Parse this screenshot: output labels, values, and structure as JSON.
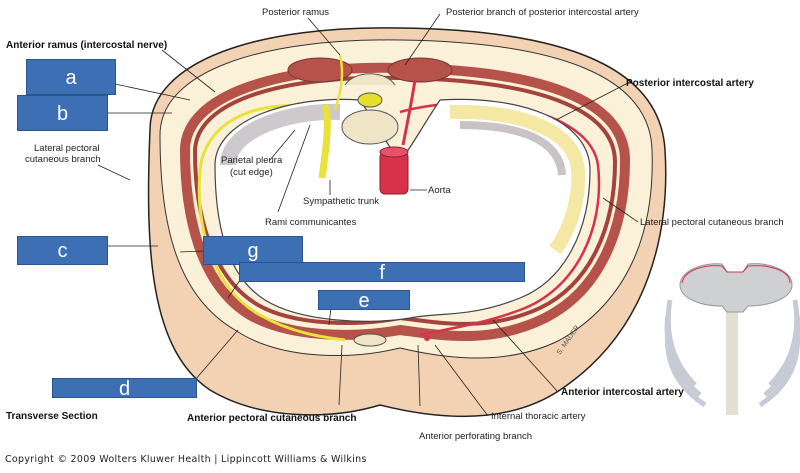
{
  "figure": {
    "title": "Transverse Section",
    "copyright": "Copyright © 2009 Wolters Kluwer Health | Lippincott Williams & Wilkins",
    "signature": "S. MADER"
  },
  "labels": {
    "posterior_ramus": "Posterior ramus",
    "posterior_branch_post_intercostal_artery": "Posterior branch of posterior intercostal artery",
    "anterior_ramus": "Anterior ramus (intercostal nerve)",
    "posterior_intercostal_artery": "Posterior intercostal artery",
    "lateral_pectoral_cutaneous_left_1": "Lateral pectoral",
    "lateral_pectoral_cutaneous_left_2": "cutaneous branch",
    "parietal_pleura_1": "Parietal pleura",
    "parietal_pleura_2": "(cut edge)",
    "sympathetic_trunk": "Sympathetic trunk",
    "rami_communicantes": "Rami communicantes",
    "aorta": "Aorta",
    "lateral_pectoral_cutaneous_right": "Lateral pectoral cutaneous branch",
    "anterior_intercostal_artery": "Anterior intercostal artery",
    "internal_thoracic_artery": "Internal thoracic artery",
    "anterior_perforating_branch": "Anterior perforating branch",
    "anterior_pectoral_cutaneous_branch": "Anterior pectoral cutaneous branch"
  },
  "answer_boxes": [
    {
      "id": "a",
      "text": "a"
    },
    {
      "id": "b",
      "text": "b"
    },
    {
      "id": "c",
      "text": "c"
    },
    {
      "id": "d",
      "text": "d"
    },
    {
      "id": "e",
      "text": "e"
    },
    {
      "id": "f",
      "text": "f"
    },
    {
      "id": "g",
      "text": "g"
    }
  ],
  "colors": {
    "box_fill": "#3d6fb4",
    "muscle": "#b5524a",
    "nerve": "#e8e23a",
    "artery": "#d8324a",
    "skin": "#f3d2b4",
    "fat": "#faf1d8",
    "pleura": "#c9c3c6"
  }
}
